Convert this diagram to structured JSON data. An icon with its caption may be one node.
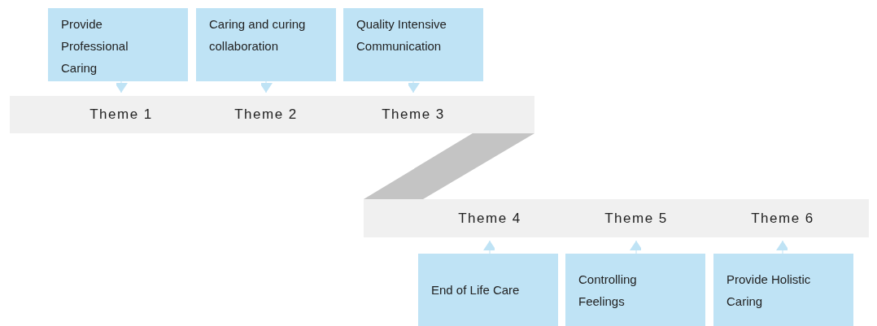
{
  "diagram": {
    "nodes": [
      {
        "text": [
          "Provide Professional Caring"
        ]
      },
      {
        "text": [
          "Caring and curing collaboration"
        ]
      },
      {
        "text": [
          "Quality Intensive Communication"
        ]
      },
      {
        "text": [],
        "shape": "bar"
      },
      {
        "text": [
          "Theme 1"
        ],
        "in": 3
      },
      {
        "text": [
          "Theme 2"
        ],
        "in": 3
      },
      {
        "text": [
          "Theme 3"
        ],
        "in": 3
      },
      {
        "text": [],
        "shape": "bar"
      },
      {
        "text": [
          "Theme 4"
        ],
        "in": 7
      },
      {
        "text": [
          "Theme 5"
        ],
        "in": 7
      },
      {
        "text": [
          "Theme 6"
        ],
        "in": 7
      },
      {
        "text": [
          "End of Life Care"
        ]
      },
      {
        "text": [
          "Controlling Feelings"
        ]
      },
      {
        "text": [
          "Provide Holistic Caring"
        ]
      }
    ],
    "edges": [
      {
        "from": 0,
        "to": 4,
        "arrow": "to",
        "color": "#bfe3f5"
      },
      {
        "from": 1,
        "to": 5,
        "arrow": "to",
        "color": "#bfe3f5"
      },
      {
        "from": 2,
        "to": 6,
        "arrow": "to",
        "color": "#bfe3f5"
      },
      {
        "from": 3,
        "to": 7,
        "arrow": "none",
        "style": "thick",
        "color": "#c4c4c4"
      },
      {
        "from": 11,
        "to": 8,
        "arrow": "to",
        "color": "#bfe3f5"
      },
      {
        "from": 12,
        "to": 9,
        "arrow": "to",
        "color": "#bfe3f5"
      },
      {
        "from": 13,
        "to": 10,
        "arrow": "to",
        "color": "#bfe3f5"
      }
    ]
  }
}
